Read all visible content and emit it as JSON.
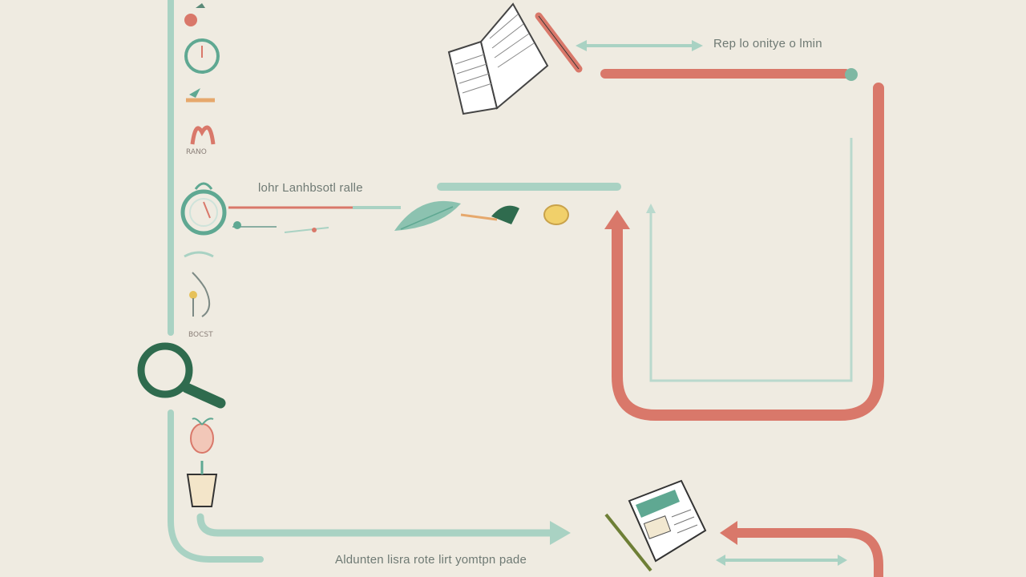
{
  "colors": {
    "background": "#efebe1",
    "sage": "#a9d2c3",
    "sage_dark": "#2f6b4e",
    "coral": "#d9786a",
    "ink": "#2b2b2b",
    "muted_text": "#6f7a74"
  },
  "labels": {
    "top_right": "Rep lo onitye o lmin",
    "middle_left": "lohr Lanhbsotl ralle",
    "bottom_center": "Aldunten lisra rote lirt yomtpn pade",
    "icon_caption_1": "RANO",
    "icon_caption_2": "BOCST"
  },
  "icons": [
    "bug-icon",
    "clock-icon",
    "sprout-icon",
    "ribbon-icon",
    "timer-icon",
    "bell-icon",
    "magnifier-icon",
    "seed-icon",
    "pot-icon",
    "book-icon",
    "pencil-icon",
    "document-icon",
    "leaf-icon",
    "bird-icon",
    "lemon-icon"
  ]
}
